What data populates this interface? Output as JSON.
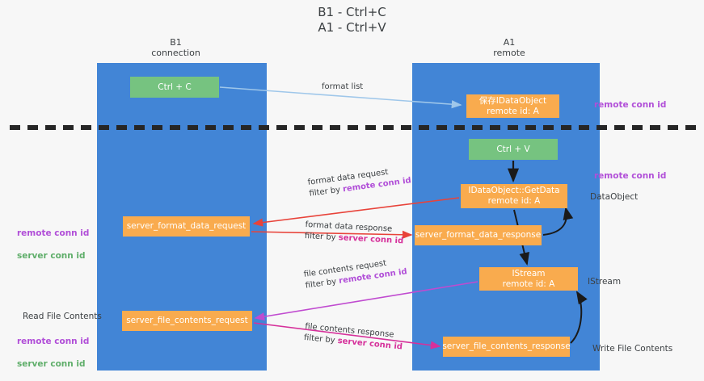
{
  "title": "B1 - Ctrl+C\nA1 - Ctrl+V",
  "lanes": {
    "left": {
      "header": "B1\nconnection",
      "color": "#4285d6"
    },
    "right": {
      "header": "A1\nremote",
      "color": "#4285d6"
    }
  },
  "boxes": {
    "ctrl_c": "Ctrl + C",
    "save_idataobject": "保存IDataObject\nremote id: A",
    "ctrl_v": "Ctrl + V",
    "idataobject_getdata": "IDataObject::GetData\nremote id: A",
    "server_format_data_request": "server_format_data_request",
    "server_format_data_response": "server_format_data_response",
    "istream": "IStream\nremote id: A",
    "server_file_contents_request": "server_file_contents_request",
    "server_file_contents_response": "server_file_contents_response"
  },
  "edge_labels": {
    "format_list": "format list",
    "format_data_request": "format data request",
    "format_data_request_filter_prefix": "filter by ",
    "format_data_request_filter_key": "remote conn id",
    "format_data_response": "format data response",
    "format_data_response_filter_prefix": "filter by ",
    "format_data_response_filter_key": "server conn id",
    "file_contents_request": "file contents request",
    "file_contents_request_filter_prefix": "filter by ",
    "file_contents_request_filter_key": "remote conn id",
    "file_contents_response": "file contents response",
    "file_contents_response_filter_prefix": "filter by ",
    "file_contents_response_filter_key": "server conn id"
  },
  "right_notes": {
    "remote_conn_id_top": "remote conn id",
    "remote_conn_id_mid": "remote conn id",
    "dataobject": "DataObject",
    "istream": "IStream",
    "write_file_contents": "Write File Contents"
  },
  "left_notes": {
    "conn_ids_mid": "remote conn id\nserver conn id",
    "read_file_contents": "Read File Contents",
    "conn_ids_bottom": "remote conn id\nserver conn id"
  },
  "colors": {
    "lane_blue": "#4285d6",
    "box_green": "#76c380",
    "box_orange": "#f9ab4e",
    "purple": "#b14fd8",
    "green_text": "#5fae6a",
    "pink": "#d6319b",
    "arrow_blue": "#9fc7ea",
    "arrow_red": "#e8433a",
    "arrow_black": "#1a1a1a",
    "background": "#f7f7f7",
    "text": "#3c4043"
  }
}
